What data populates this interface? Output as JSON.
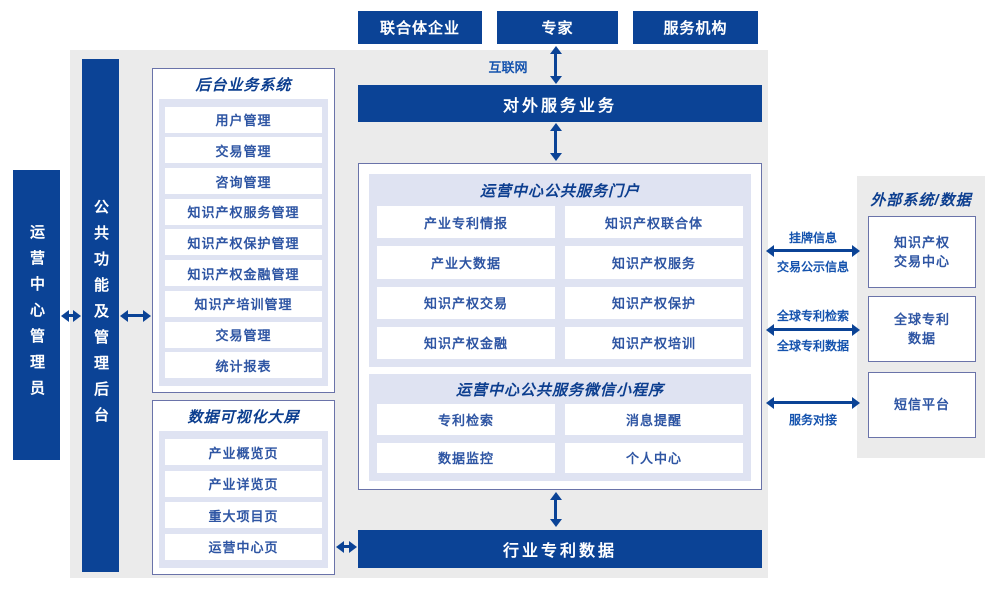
{
  "colors": {
    "blue": "#0b4396",
    "lavender": "#dfe3f2",
    "panel": "#ebebeb",
    "border": "#6a73a9",
    "item-text": "#2e55a3",
    "title-text": "#0c3e8f",
    "label-text": "#1553ae"
  },
  "top": {
    "actors": [
      "联合体企业",
      "专家",
      "服务机构"
    ],
    "internet_label": "互联网",
    "external_service_bar": "对外服务业务"
  },
  "left": {
    "admin_bar": "运营中心管理员",
    "public_functions_bar": "公共功能及管理后台"
  },
  "backend_system": {
    "title": "后台业务系统",
    "items": [
      "用户管理",
      "交易管理",
      "咨询管理",
      "知识产权服务管理",
      "知识产权保护管理",
      "知识产权金融管理",
      "知识产培训管理",
      "交易管理",
      "统计报表"
    ]
  },
  "data_screen": {
    "title": "数据可视化大屏",
    "items": [
      "产业概览页",
      "产业详览页",
      "重大项目页",
      "运营中心页"
    ]
  },
  "portal": {
    "title": "运营中心公共服务门户",
    "items": [
      "产业专利情报",
      "知识产权联合体",
      "产业大数据",
      "知识产权服务",
      "知识产权交易",
      "知识产权保护",
      "知识产权金融",
      "知识产权培训"
    ]
  },
  "miniprogram": {
    "title": "运营中心公共服务微信小程序",
    "items": [
      "专利检索",
      "消息提醒",
      "数据监控",
      "个人中心"
    ]
  },
  "bottom_bar": {
    "label": "行业专利数据"
  },
  "external": {
    "title": "外部系统/数据",
    "systems": [
      "知识产权\n交易中心",
      "全球专利\n数据",
      "短信平台"
    ],
    "links": [
      {
        "top_label": "挂牌信息",
        "bottom_label": "交易公示信息"
      },
      {
        "top_label": "全球专利检索",
        "bottom_label": "全球专利数据"
      },
      {
        "top_label": "",
        "bottom_label": "服务对接"
      }
    ]
  }
}
